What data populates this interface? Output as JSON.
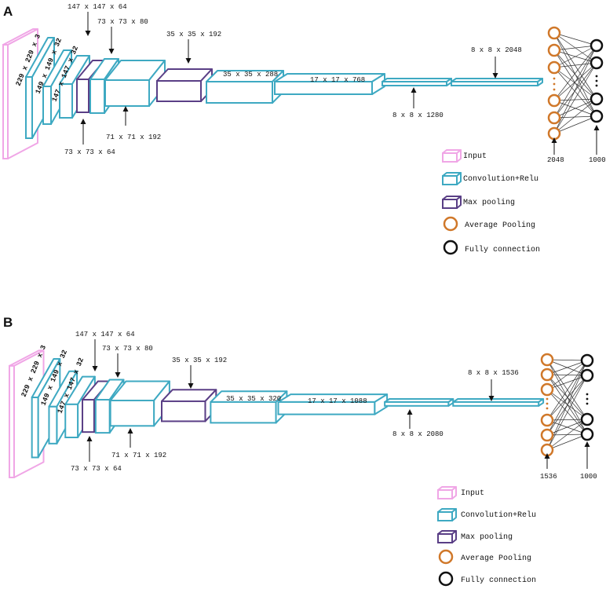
{
  "colors": {
    "input": "#f0a6e6",
    "conv": "#3ea9c2",
    "maxpool": "#5a3f86",
    "avgpool": "#d0782a",
    "fc": "#111111",
    "edge": "#333333"
  },
  "legend": {
    "input": "Input",
    "conv": "Convolution+Relu",
    "maxpool": "Max pooling",
    "avgpool": "Average Pooling",
    "fc": "Fully connection"
  },
  "panels": [
    {
      "letter": "A",
      "input_label": "229 x 229 x 3",
      "conv1_label": "149 x 149 x 32",
      "conv2_label": "147 x 147 x 32",
      "conv3_label": "147 x 147 x 64",
      "pool1_label": "73 x 73 x 64",
      "conv4_label": "73 x 73 x 80",
      "conv5_label": "71 x 71 x 192",
      "pool2_label": "35 x 35 x 192",
      "block1_label": "35 x 35 x 288",
      "block2_label": "17 x 17 x 768",
      "block3_label": "8 x 8 x 1280",
      "block4_label": "8 x 8 x 2048",
      "avg_count": "2048",
      "fc_count": "1000"
    },
    {
      "letter": "B",
      "input_label": "229 x 229 x 3",
      "conv1_label": "149 x 149 x 32",
      "conv2_label": "147 x 147 x 32",
      "conv3_label": "147 x 147 x 64",
      "pool1_label": "73 x 73 x 64",
      "conv4_label": "73 x 73 x 80",
      "conv5_label": "71 x 71 x 192",
      "pool2_label": "35 x 35 x 192",
      "block1_label": "35 x 35 x 320",
      "block2_label": "17 x 17 x 1088",
      "block3_label": "8 x 8 x 2080",
      "block4_label": "8 x 8 x 1536",
      "avg_count": "1536",
      "fc_count": "1000"
    }
  ]
}
